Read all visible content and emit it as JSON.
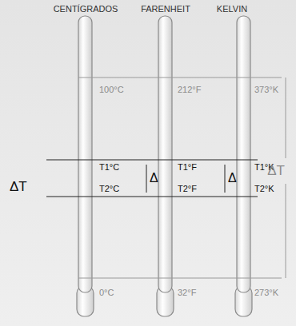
{
  "diagram": {
    "labels": [
      "CENTÍGRADOS",
      "FARENHEIT",
      "KELVIN",
      "100°C",
      "212°F",
      "373°K",
      "ΔT",
      "T1°C",
      "Δ",
      "T1°F",
      "Δ",
      "T1°K",
      "ΔT",
      "T2°C",
      "T2°F",
      "T2°K",
      "0°C",
      "32°F",
      "273°K"
    ]
  }
}
